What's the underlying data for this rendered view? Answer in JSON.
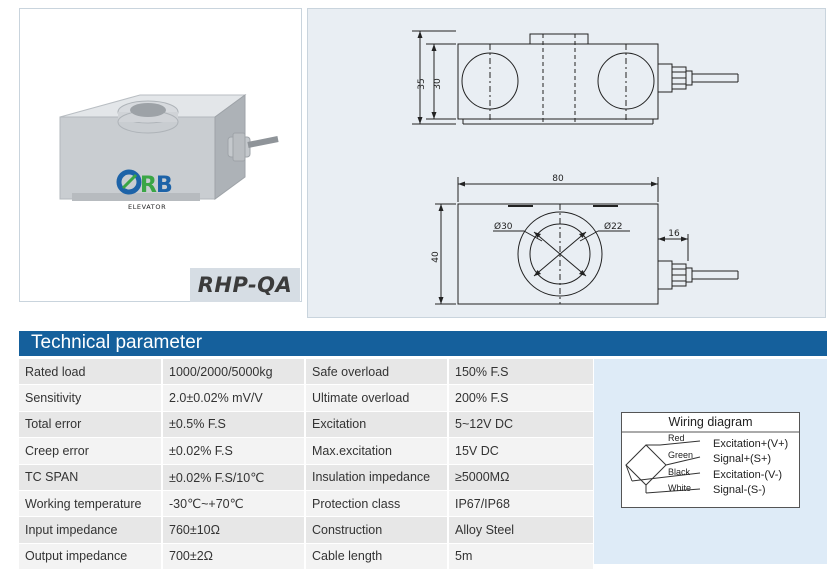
{
  "product": {
    "model": "RHP-QA",
    "logo_text": "ORB",
    "logo_subtext": "ELEVATOR"
  },
  "drawing": {
    "dim_35": "35",
    "dim_30": "30",
    "dim_80": "80",
    "dim_40": "40",
    "dim_phi30": "Ø30",
    "dim_phi22": "Ø22",
    "dim_16": "16"
  },
  "section_title": "Technical parameter",
  "specs": [
    {
      "label1": "Rated load",
      "value1": "1000/2000/5000kg",
      "label2": "Safe overload",
      "value2": "150% F.S"
    },
    {
      "label1": "Sensitivity",
      "value1": "2.0±0.02% mV/V",
      "label2": "Ultimate overload",
      "value2": "200% F.S"
    },
    {
      "label1": "Total error",
      "value1": "±0.5% F.S",
      "label2": "Excitation",
      "value2": "5~12V DC"
    },
    {
      "label1": "Creep error",
      "value1": "±0.02% F.S",
      "label2": "Max.excitation",
      "value2": "15V DC"
    },
    {
      "label1": "TC SPAN",
      "value1": "±0.02% F.S/10℃",
      "label2": "Insulation impedance",
      "value2": "≥5000MΩ"
    },
    {
      "label1": "Working temperature",
      "value1": "-30℃~+70℃",
      "label2": "Protection class",
      "value2": "IP67/IP68"
    },
    {
      "label1": "Input impedance",
      "value1": "760±10Ω",
      "label2": "Construction",
      "value2": "Alloy Steel"
    },
    {
      "label1": "Output impedance",
      "value1": "700±2Ω",
      "label2": "Cable length",
      "value2": "5m"
    }
  ],
  "wiring": {
    "title": "Wiring diagram",
    "wires": [
      {
        "color_name": "Red",
        "signal": "Excitation+(V+)"
      },
      {
        "color_name": "Green",
        "signal": "Signal+(S+)"
      },
      {
        "color_name": "Black",
        "signal": "Excitation-(V-)"
      },
      {
        "color_name": "White",
        "signal": "Signal-(S-)"
      }
    ]
  },
  "colors": {
    "header_bar": "#15609c",
    "logo_blue": "#1d63a8",
    "logo_green": "#3aa645"
  }
}
